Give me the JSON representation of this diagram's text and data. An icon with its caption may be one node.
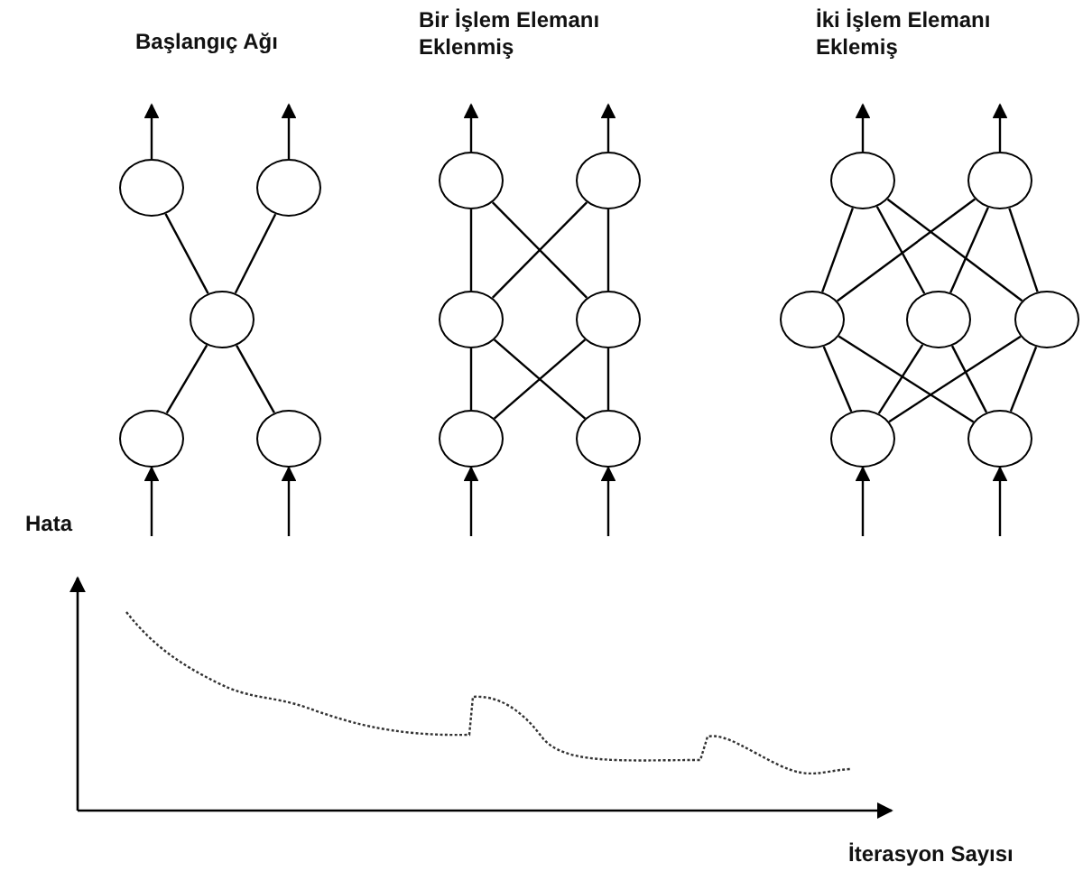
{
  "diagram": {
    "nodes": [
      {
        "text": [],
        "shape": "circle"
      },
      {
        "text": [],
        "shape": "circle"
      },
      {
        "text": [],
        "shape": "circle"
      },
      {
        "text": [],
        "shape": "circle"
      },
      {
        "text": [],
        "shape": "circle"
      },
      {
        "text": [],
        "shape": "circle"
      },
      {
        "text": [],
        "shape": "circle"
      },
      {
        "text": [],
        "shape": "circle"
      },
      {
        "text": [],
        "shape": "circle"
      },
      {
        "text": [],
        "shape": "circle"
      },
      {
        "text": [],
        "shape": "circle"
      },
      {
        "text": [],
        "shape": "circle"
      },
      {
        "text": [],
        "shape": "circle"
      },
      {
        "text": [],
        "shape": "circle"
      },
      {
        "text": [],
        "shape": "circle"
      },
      {
        "text": [],
        "shape": "circle"
      },
      {
        "text": [],
        "shape": "circle"
      },
      {
        "text": [],
        "shape": "circle"
      }
    ],
    "edges": [
      {
        "from": 0,
        "to": null,
        "arrow": "to"
      },
      {
        "from": 1,
        "to": null,
        "arrow": "to"
      },
      {
        "from": 2,
        "to": 0,
        "arrow": "none"
      },
      {
        "from": 2,
        "to": 1,
        "arrow": "none"
      },
      {
        "from": 3,
        "to": 2,
        "arrow": "none"
      },
      {
        "from": 4,
        "to": 2,
        "arrow": "none"
      },
      {
        "from": null,
        "to": 3,
        "arrow": "to"
      },
      {
        "from": null,
        "to": 4,
        "arrow": "to"
      },
      {
        "from": 5,
        "to": null,
        "arrow": "to"
      },
      {
        "from": 6,
        "to": null,
        "arrow": "to"
      },
      {
        "from": 7,
        "to": 5,
        "arrow": "none"
      },
      {
        "from": 7,
        "to": 6,
        "arrow": "none"
      },
      {
        "from": 8,
        "to": 5,
        "arrow": "none"
      },
      {
        "from": 8,
        "to": 6,
        "arrow": "none"
      },
      {
        "from": 9,
        "to": 7,
        "arrow": "none"
      },
      {
        "from": 9,
        "to": 8,
        "arrow": "none"
      },
      {
        "from": 10,
        "to": 7,
        "arrow": "none"
      },
      {
        "from": 10,
        "to": 8,
        "arrow": "none"
      },
      {
        "from": null,
        "to": 9,
        "arrow": "to"
      },
      {
        "from": null,
        "to": 10,
        "arrow": "to"
      },
      {
        "from": 11,
        "to": null,
        "arrow": "to"
      },
      {
        "from": 12,
        "to": null,
        "arrow": "to"
      },
      {
        "from": 13,
        "to": 11,
        "arrow": "none"
      },
      {
        "from": 13,
        "to": 12,
        "arrow": "none"
      },
      {
        "from": 14,
        "to": 11,
        "arrow": "none"
      },
      {
        "from": 14,
        "to": 12,
        "arrow": "none"
      },
      {
        "from": 15,
        "to": 11,
        "arrow": "none"
      },
      {
        "from": 15,
        "to": 12,
        "arrow": "none"
      },
      {
        "from": 16,
        "to": 13,
        "arrow": "none"
      },
      {
        "from": 16,
        "to": 14,
        "arrow": "none"
      },
      {
        "from": 16,
        "to": 15,
        "arrow": "none"
      },
      {
        "from": 17,
        "to": 13,
        "arrow": "none"
      },
      {
        "from": 17,
        "to": 14,
        "arrow": "none"
      },
      {
        "from": 17,
        "to": 15,
        "arrow": "none"
      },
      {
        "from": null,
        "to": 16,
        "arrow": "to"
      },
      {
        "from": null,
        "to": 17,
        "arrow": "to"
      }
    ],
    "labels": [
      "Başlangıç Ağı",
      "Bir İşlem Elemanı Eklenmiş",
      "İki İşlem Elemanı Eklemiş",
      "Hata",
      "İterasyon Sayısı"
    ]
  }
}
